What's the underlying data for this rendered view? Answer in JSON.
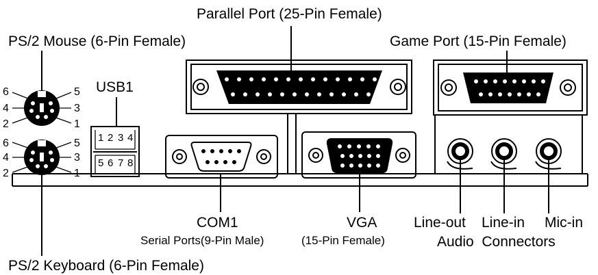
{
  "labels": {
    "parallel_port": "Parallel Port (25-Pin Female)",
    "ps2_mouse": "PS/2 Mouse (6-Pin Female)",
    "game_port": "Game Port (15-Pin Female)",
    "usb": "USB1",
    "com1": "COM1",
    "com1_sub": "Serial Ports(9-Pin Male)",
    "vga": "VGA",
    "vga_sub": "(15-Pin Female)",
    "line_out": "Line-out",
    "line_in": "Line-in",
    "mic_in": "Mic-in",
    "audio_connectors": "Audio  Connectors",
    "ps2_keyboard": "PS/2 Keyboard (6-Pin Female)"
  },
  "ps2_pins": {
    "mouse": [
      "6",
      "5",
      "4",
      "3",
      "2",
      "1"
    ],
    "keyboard": [
      "6",
      "5",
      "4",
      "3",
      "2",
      "1"
    ]
  },
  "usb_pins": {
    "top": [
      "1",
      "2",
      "3",
      "4"
    ],
    "bottom": [
      "5",
      "6",
      "7",
      "8"
    ]
  }
}
